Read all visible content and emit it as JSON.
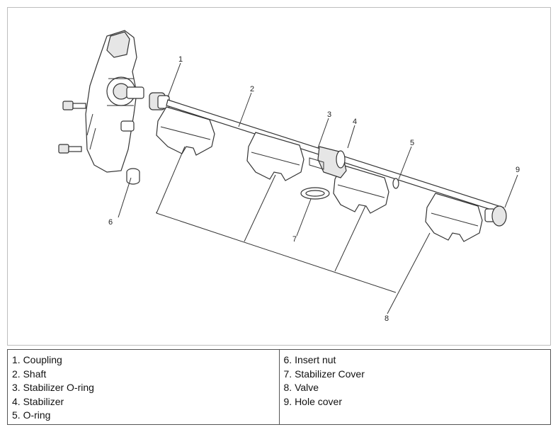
{
  "callouts": {
    "c1": "1",
    "c2": "2",
    "c3": "3",
    "c4": "4",
    "c5": "5",
    "c6": "6",
    "c7": "7",
    "c8": "8",
    "c9": "9"
  },
  "legend": {
    "left": [
      "1. Coupling",
      "2. Shaft",
      "3. Stabilizer O-ring",
      "4. Stabilizer",
      "5. O-ring"
    ],
    "right": [
      "6. Insert nut",
      "7. Stabilizer Cover",
      "8. Valve",
      "9. Hole cover"
    ]
  }
}
